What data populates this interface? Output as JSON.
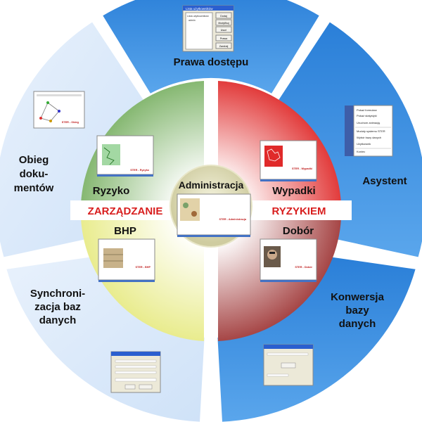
{
  "outer_ring": {
    "top": "Prawa dostępu",
    "right_top": "Asystent",
    "right_bottom": [
      "Konwersja",
      "bazy",
      "danych"
    ],
    "left_top": [
      "Obieg",
      "doku-",
      "mentów"
    ],
    "left_bottom": [
      "Synchroni-",
      "zacja baz",
      "danych"
    ]
  },
  "inner": {
    "q_tl": "Ryzyko",
    "q_tr": "Wypadki",
    "q_bl": "BHP",
    "q_br": "Dobór",
    "center": "Administracja",
    "band_left": "ZARZĄDZANIE",
    "band_right": "RYZYKIEM"
  },
  "thumbs": {
    "prawa": {
      "title": "Lista użytkowników",
      "list_header": "Lista użytkowników",
      "list_item": "admin",
      "buttons": [
        "Dodaj",
        "Modyfikuj",
        "Usuń",
        "Prawa",
        "Zamknij"
      ]
    },
    "asystent_menu": [
      "Pokaż formularz",
      "Pokaż statystyki",
      "Uruchom animację",
      "Moduły systemu STER",
      "Wybór bazy danych",
      "Użytkownik",
      "Koniec"
    ],
    "ster_labels": {
      "ryzyko": "STER - Ryzyko",
      "wypadki": "STER - Wypadki",
      "bhp": "STER - BHP",
      "dobor": "STER - Dobór",
      "admin": "STER - Administracja",
      "obieg": "STER - Obieg"
    }
  },
  "colors": {
    "blue_dark": "#2f86dc",
    "blue_light": "#dbeafb",
    "green": "#8fbf7d",
    "red": "#e24a4a",
    "yellow": "#eef0a8",
    "maroon": "#b45a5a",
    "band_text": "#d81e1e"
  }
}
